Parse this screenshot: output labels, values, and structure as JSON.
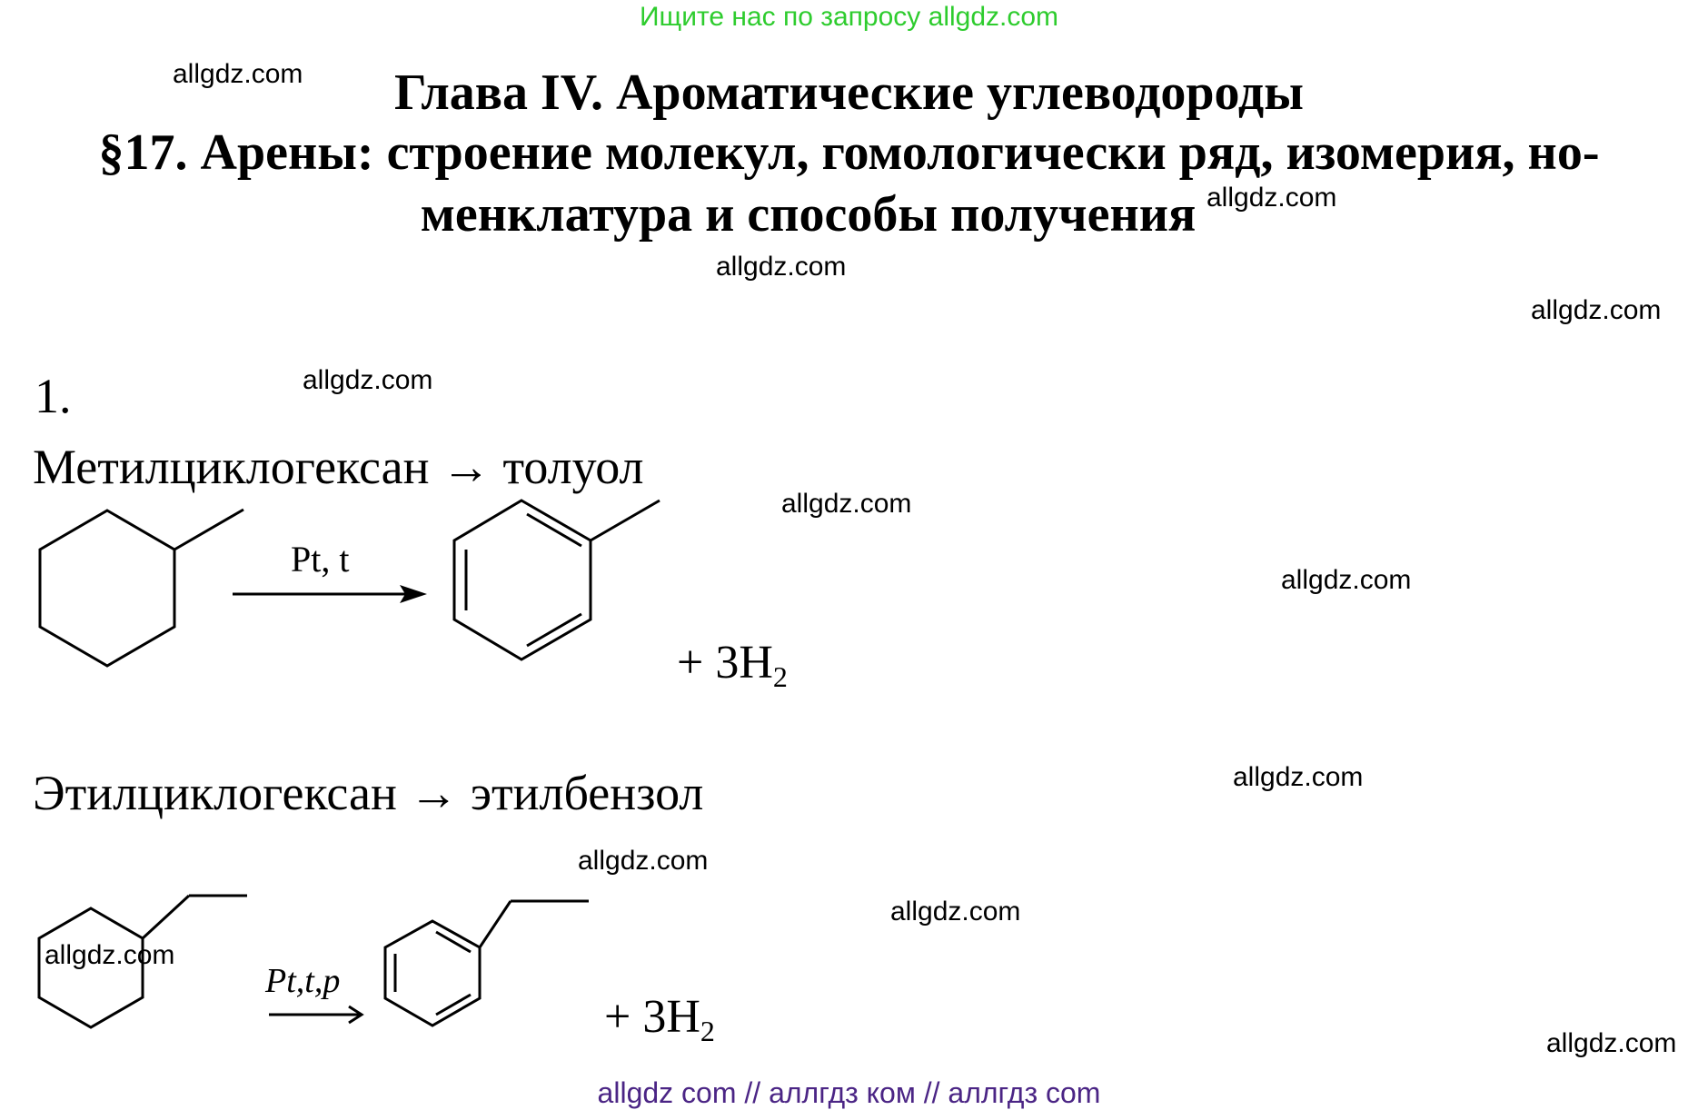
{
  "top_banner": "Ищите нас по запросу allgdz.com",
  "heading": {
    "line1": "Глава IV. Ароматические углеводороды",
    "line2": "§17. Арены: строение молекул, гомологически ряд, изомерия, но-",
    "line3": "менклатура и способы получения"
  },
  "task_number": "1.",
  "reaction1": {
    "title": "Метилциклогексан → толуол",
    "conditions": "Pt, t",
    "product_extra": "+ 3H",
    "product_sub": "2"
  },
  "reaction2": {
    "title": "Этилциклогексан → этилбензол",
    "conditions": "Pt,t,p",
    "product_extra": "+ 3H",
    "product_sub": "2"
  },
  "watermark": "allgdz.com",
  "footer": "allgdz com  //  аллгдз ком  //  аллгдз com",
  "colors": {
    "banner": "#2ecc2e",
    "footer": "#4b2585"
  }
}
